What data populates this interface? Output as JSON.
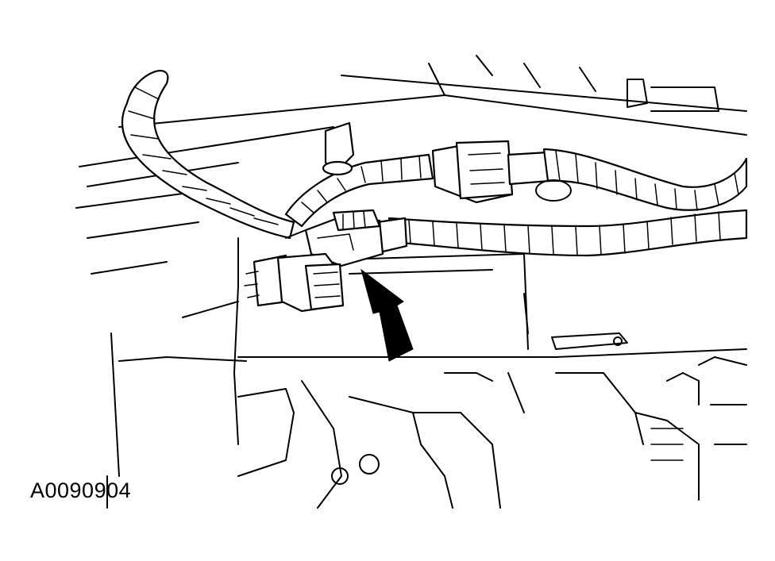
{
  "figure": {
    "id_label": "A0090904",
    "line_color": "#000000",
    "background": "#ffffff"
  },
  "callouts": [
    {
      "name": "arrow-pointer",
      "points_to": "electrical-connector"
    }
  ]
}
